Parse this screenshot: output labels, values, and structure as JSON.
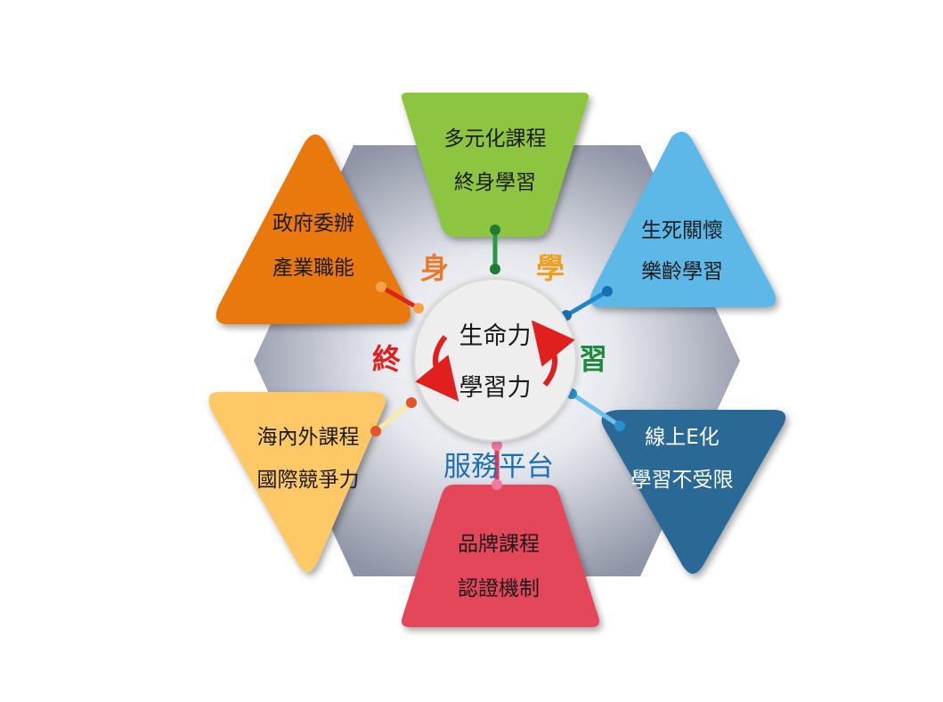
{
  "center": {
    "line1": "生命力",
    "line2": "學習力"
  },
  "ring": {
    "chars": [
      {
        "text": "身",
        "color": "#e8792e"
      },
      {
        "text": "學",
        "color": "#f0a020"
      },
      {
        "text": "習",
        "color": "#1e8a3c"
      },
      {
        "text": "終",
        "color": "#e0201e"
      }
    ],
    "platform": "服務平台"
  },
  "petals": [
    {
      "id": "top",
      "lines": [
        "多元化課程",
        "終身學習"
      ],
      "color": "#8dc43f"
    },
    {
      "id": "upper-right",
      "lines": [
        "生死關懷",
        "樂齡學習"
      ],
      "color": "#5bb8e6"
    },
    {
      "id": "lower-right",
      "lines": [
        "線上E化",
        "學習不受限"
      ],
      "color": "#2a6796"
    },
    {
      "id": "bottom",
      "lines": [
        "品牌課程",
        "認證機制"
      ],
      "color": "#e5475a"
    },
    {
      "id": "lower-left",
      "lines": [
        "海內外課程",
        "國際競爭力"
      ],
      "color": "#fdc865"
    },
    {
      "id": "upper-left",
      "lines": [
        "政府委辦",
        "產業職能"
      ],
      "color": "#e9790a"
    }
  ]
}
